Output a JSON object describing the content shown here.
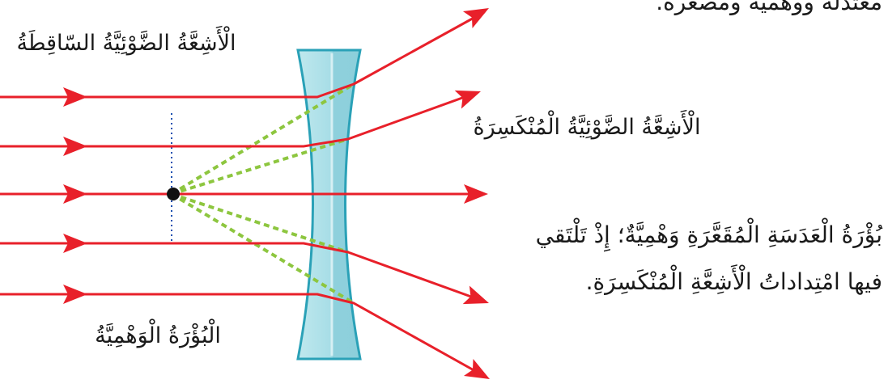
{
  "labels": {
    "incident_rays": "الْأَشِعَّةُ الضَّوْئِيَّةُ السّاقِطَةُ",
    "refracted_rays": "الْأَشِعَّةُ الضَّوْئِيَّةُ الْمُنْكَسِرَةُ",
    "virtual_focus": "الْبُؤْرَةُ الْوَهْمِيَّةُ",
    "top_partial": "معتدلة ووهمية ومصغرة."
  },
  "caption": {
    "line1": "بُؤْرَةُ الْعَدَسَةِ الْمُقَعَّرَةِ وَهْمِيَّةٌ؛ إِذْ تَلْتَقي",
    "line2": "فيها امْتِداداتُ الْأَشِعَّةِ الْمُنْكَسِرَةِ."
  },
  "colors": {
    "ray": "#e8202a",
    "extension": "#8dc63f",
    "axis": "#1a4fb0",
    "lens_fill": "#a8dfe7",
    "lens_stroke": "#2aa1b7",
    "focus_point": "#111111",
    "text": "#1a1a1a"
  }
}
